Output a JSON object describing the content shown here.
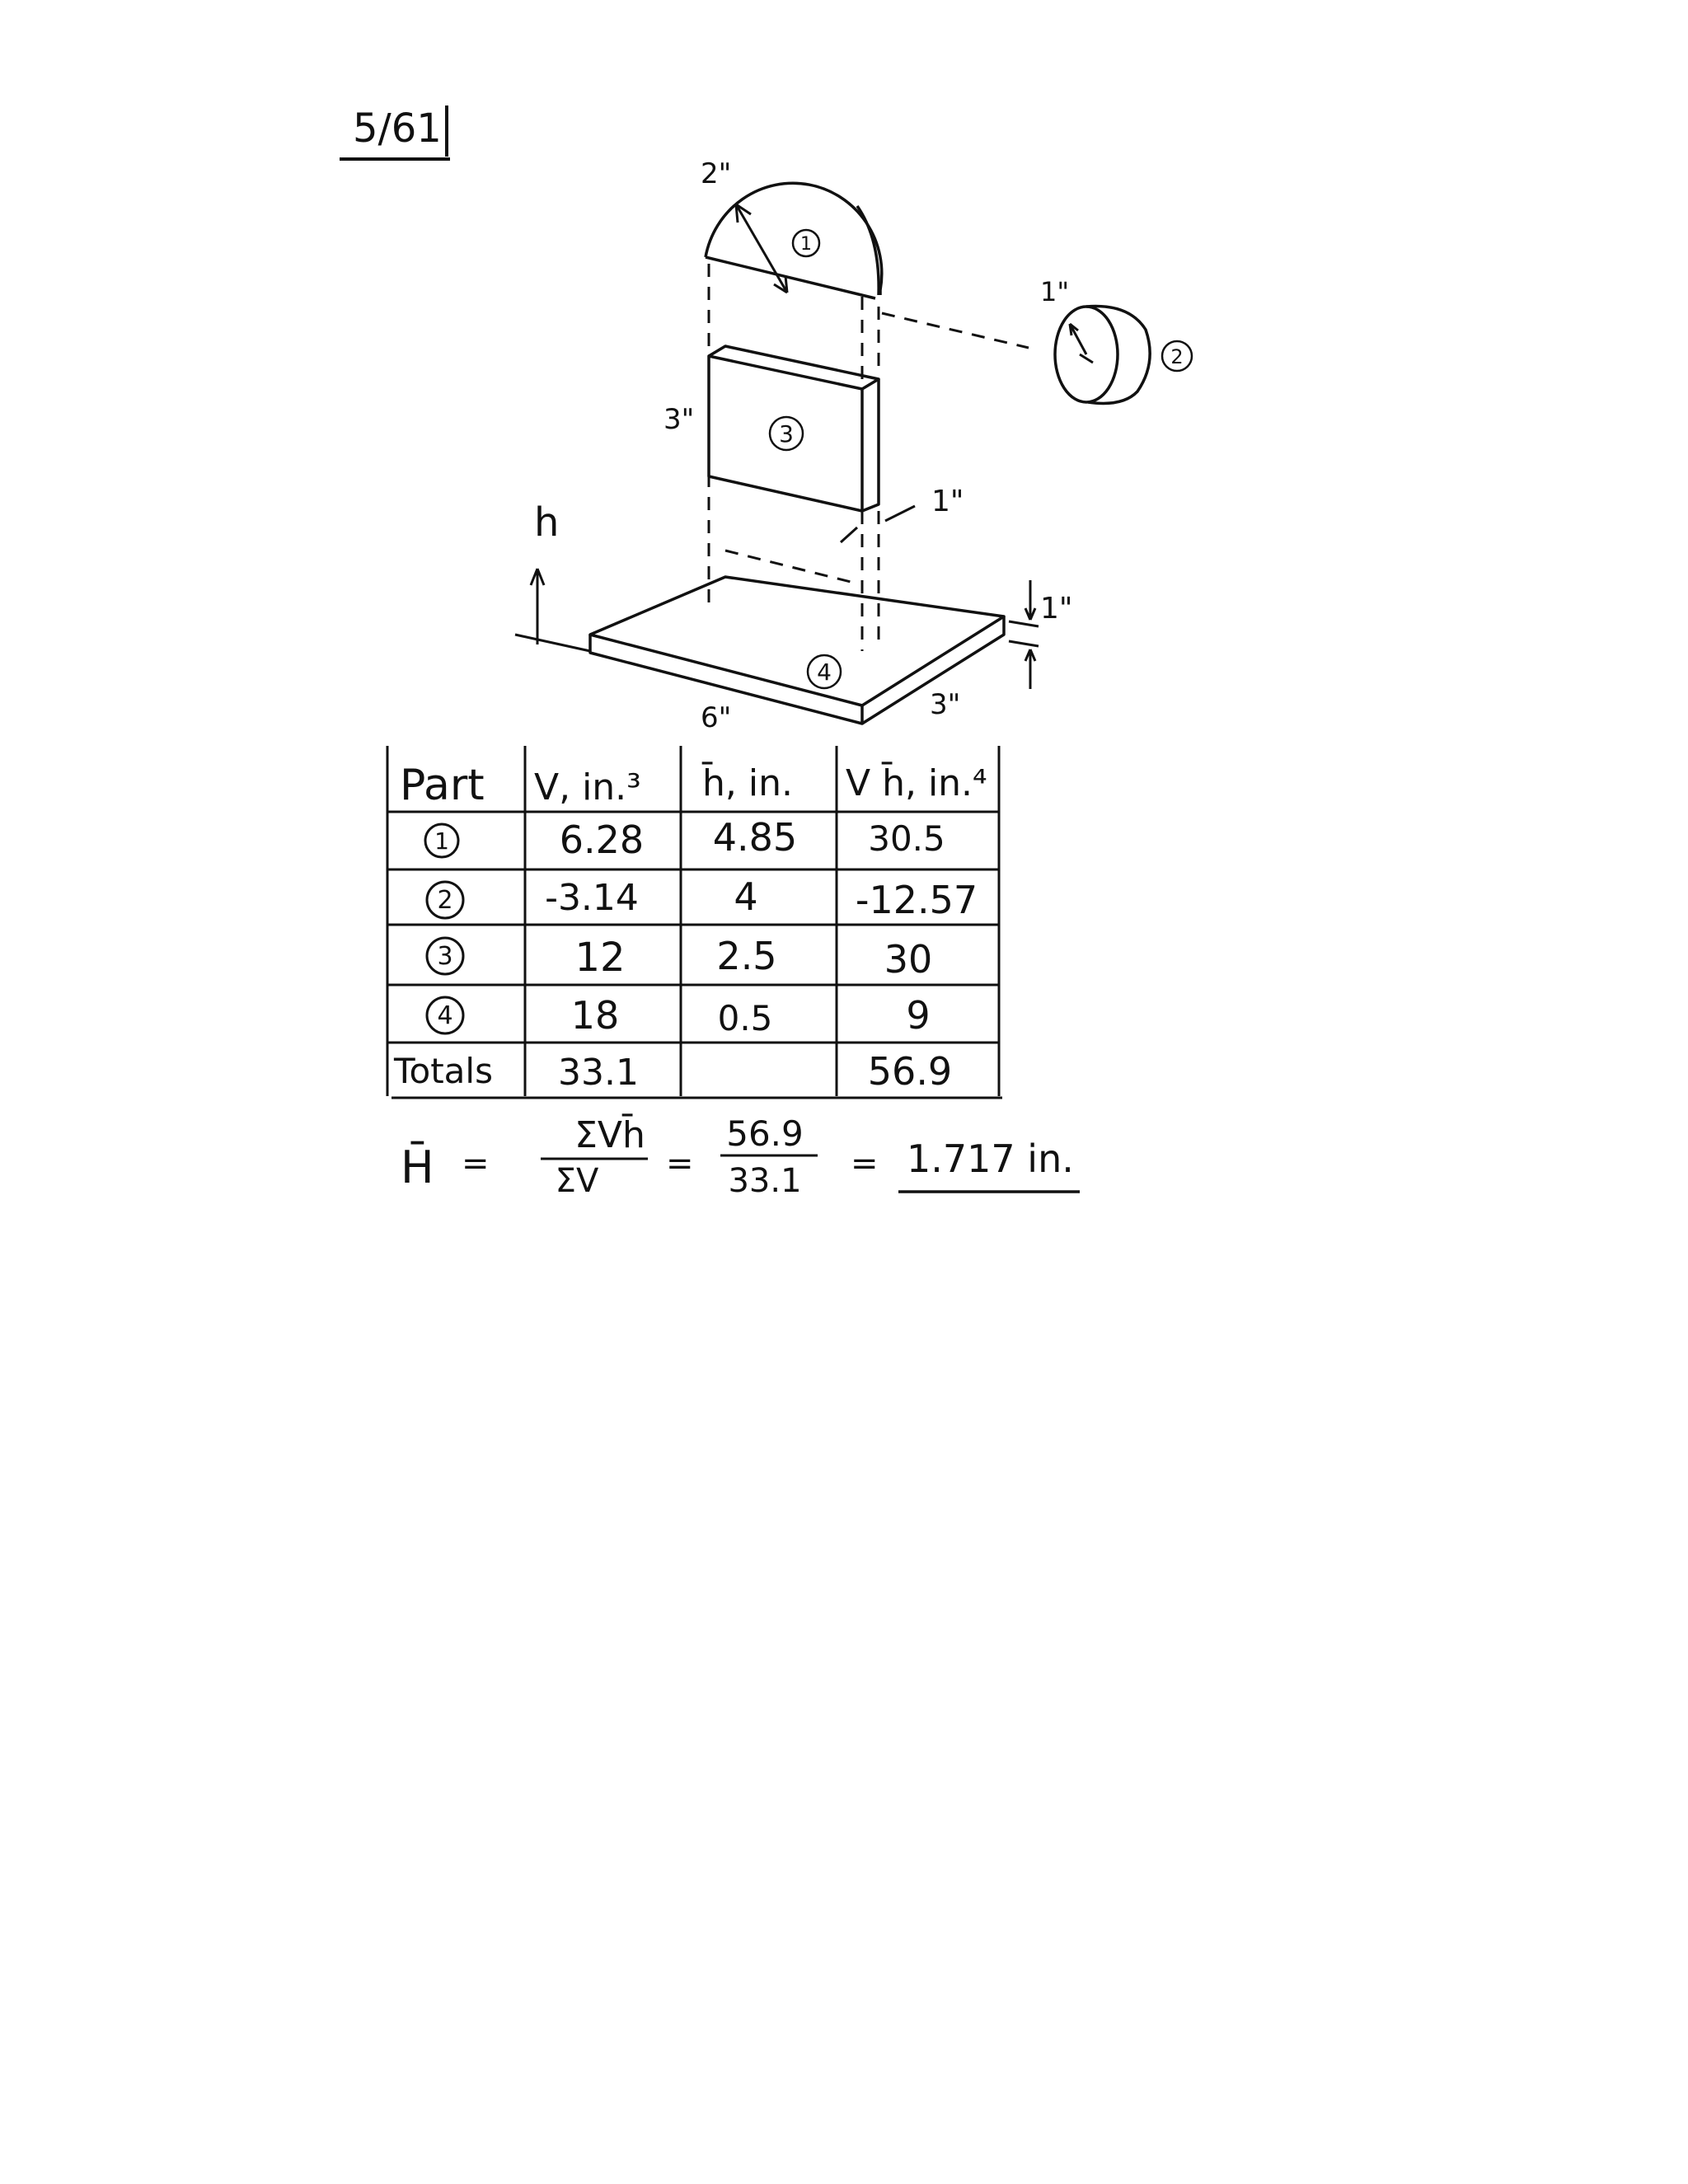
{
  "problem_number": "5/61",
  "dimensions": {
    "semicircle_radius": "2\"",
    "hole_diameter": "1\"",
    "plate_height": "3\"",
    "plate_thickness": "1\"",
    "base_thickness": "1\"",
    "base_width": "3\"",
    "base_length": "6\""
  },
  "height_label": "h",
  "part_labels": [
    "1",
    "2",
    "3",
    "4"
  ],
  "table": {
    "headers": [
      "Part",
      "V, in.³",
      "h̄, in.",
      "V h̄, in.⁴"
    ],
    "rows": [
      {
        "part": "1",
        "v": "6.28",
        "h": "4.85",
        "vh": "30.5"
      },
      {
        "part": "2",
        "v": "-3.14",
        "h": "4",
        "vh": "-12.57"
      },
      {
        "part": "3",
        "v": "12",
        "h": "2.5",
        "vh": "30"
      },
      {
        "part": "4",
        "v": "18",
        "h": "0.5",
        "vh": "9"
      }
    ],
    "totals": {
      "label": "Totals",
      "v": "33.1",
      "h": "",
      "vh": "56.9"
    }
  },
  "result": {
    "symbol": "H̄",
    "eq1": "=",
    "numerator_sym": "ΣVh̄",
    "denominator_sym": "ΣV",
    "eq2": "=",
    "numerator_val": "56.9",
    "denominator_val": "33.1",
    "eq3": "=",
    "answer": "1.717 in."
  }
}
